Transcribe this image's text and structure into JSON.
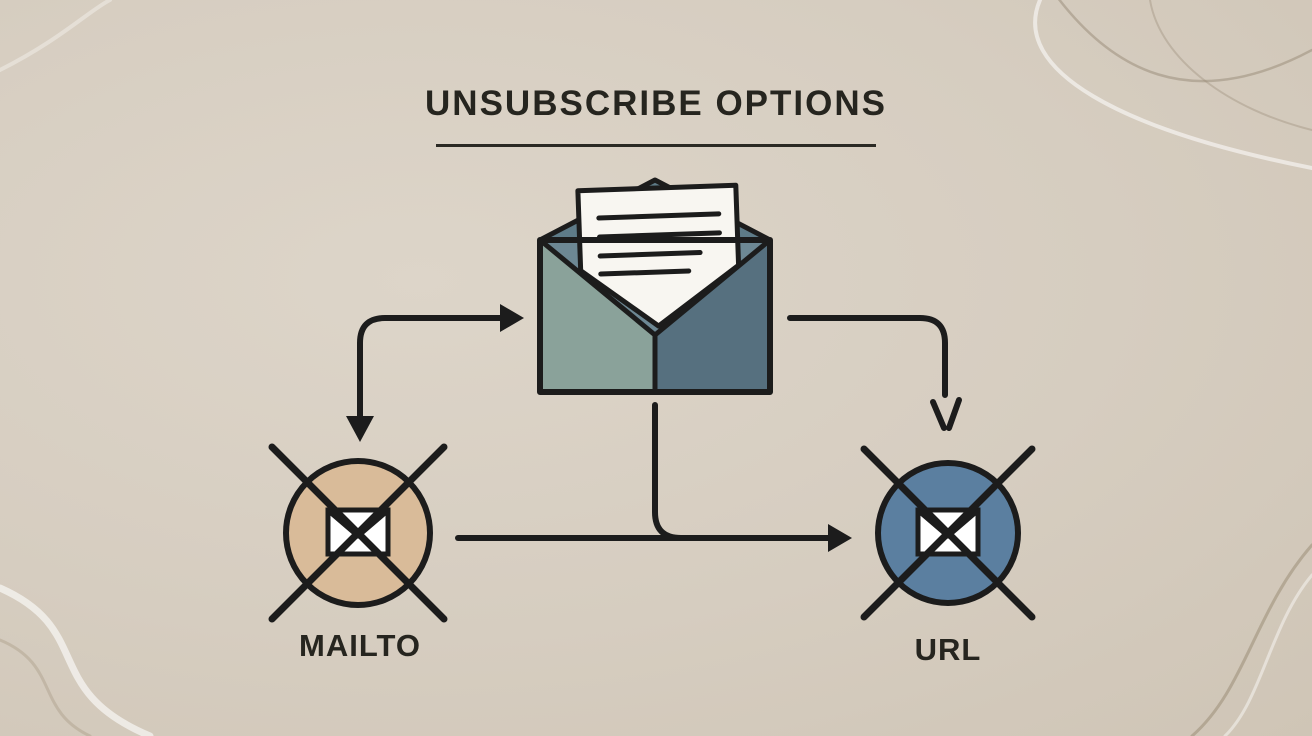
{
  "title": {
    "text": "UNSUBSCRIBE OPTIONS"
  },
  "diagram": {
    "center_icon": "open-envelope-with-letter-icon",
    "options": [
      {
        "id": "mailto",
        "label": "MAILTO",
        "icon": "crossed-out-envelope-icon",
        "circle_color": "#d9bb99"
      },
      {
        "id": "url",
        "label": "URL",
        "icon": "crossed-out-envelope-icon",
        "circle_color": "#5b7fa0"
      }
    ]
  },
  "colors": {
    "background": "#d6cdc0",
    "line_stroke": "#1c1c1c",
    "envelope_left": "#8aa29a",
    "envelope_right": "#56707f",
    "envelope_back": "#5e7b88",
    "paper": "#f8f6f1",
    "text": "#26251f"
  }
}
